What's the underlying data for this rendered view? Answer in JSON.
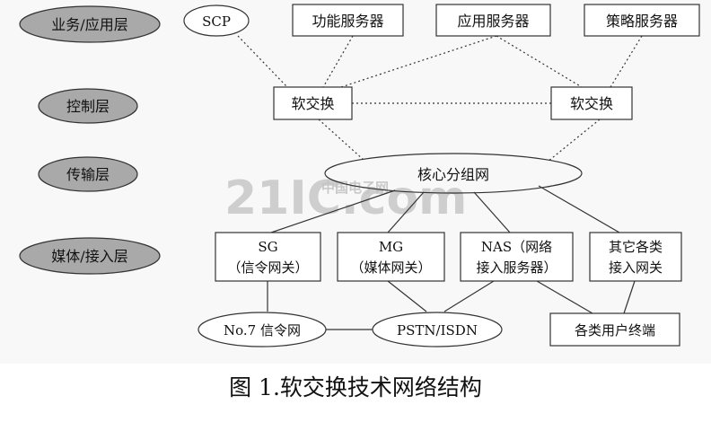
{
  "layers": [
    {
      "id": "business",
      "label": "业务/应用层"
    },
    {
      "id": "control",
      "label": "控制层"
    },
    {
      "id": "transport",
      "label": "传输层"
    },
    {
      "id": "access",
      "label": "媒体/接入层"
    }
  ],
  "nodes": {
    "scp": {
      "label": [
        "SCP"
      ]
    },
    "function_server": {
      "label": [
        "功能服务器"
      ]
    },
    "app_server": {
      "label": [
        "应用服务器"
      ]
    },
    "policy_server": {
      "label": [
        "策略服务器"
      ]
    },
    "softswitch_left": {
      "label": [
        "软交换"
      ]
    },
    "softswitch_right": {
      "label": [
        "软交换"
      ]
    },
    "core_network": {
      "label": [
        "核心分组网"
      ]
    },
    "sg": {
      "label": [
        "SG",
        "（信令网关）"
      ]
    },
    "mg": {
      "label": [
        "MG",
        "（媒体网关）"
      ]
    },
    "nas": {
      "label": [
        "NAS（网络",
        "接入服务器）"
      ]
    },
    "other_gateways": {
      "label": [
        "其它各类",
        "接入网关"
      ]
    },
    "no7": {
      "label": [
        "No.7 信令网"
      ]
    },
    "pstn": {
      "label": [
        "PSTN/ISDN"
      ]
    },
    "user_terminals": {
      "label": [
        "各类用户终端"
      ]
    }
  },
  "watermark": {
    "text": "21IC.com",
    "cn": "中国电子网"
  },
  "caption": "图 1.软交换技术网络结构",
  "colors": {
    "line": "#333333",
    "layer_fill": "#a9a9a9",
    "box_stroke": "#333333",
    "watermark": "#bdbdbd"
  }
}
